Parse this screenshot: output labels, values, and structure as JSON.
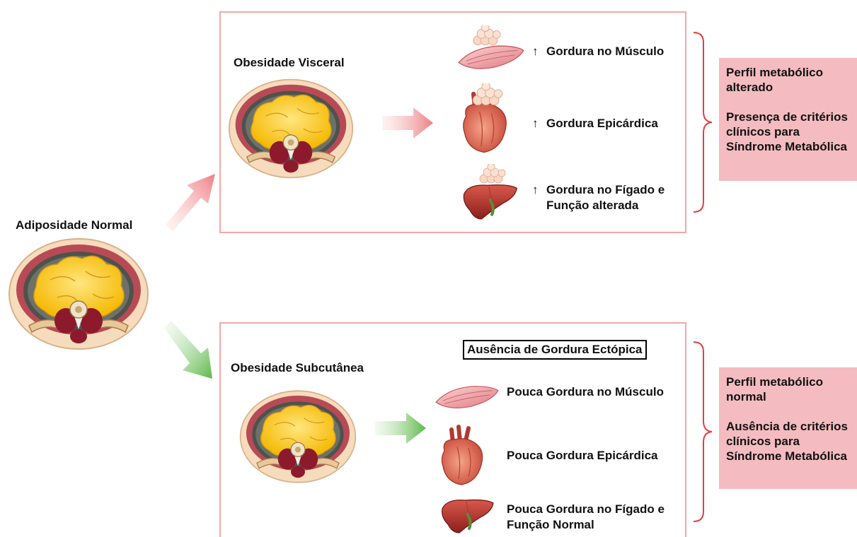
{
  "normal": {
    "label": "Adiposidade Normal"
  },
  "visceral": {
    "title": "Obesidade Visceral",
    "arrow": "↑",
    "items": [
      {
        "label": "Gordura no Músculo",
        "icon": "muscle-with-fat-icon"
      },
      {
        "label": "Gordura Epicárdica",
        "icon": "heart-with-fat-icon"
      },
      {
        "label_line1": "Gordura no Fígado e",
        "label_line2": "Função alterada",
        "icon": "liver-with-fat-icon"
      }
    ],
    "summary": {
      "line1": "Perfil metabólico alterado",
      "line2": "Presença de critérios clínicos para Síndrome Metabólica"
    }
  },
  "subcutanea": {
    "title": "Obesidade Subcutânea",
    "ectopic_label": "Ausência de Gordura Ectópica",
    "items": [
      {
        "label": "Pouca Gordura no Músculo",
        "icon": "muscle-icon"
      },
      {
        "label": "Pouca Gordura Epicárdica",
        "icon": "heart-icon"
      },
      {
        "label_line1": "Pouca Gordura no Fígado e",
        "label_line2": "Função Normal",
        "icon": "liver-icon"
      }
    ],
    "summary": {
      "line1": "Perfil metabólico normal",
      "line2": "Ausência de critérios clínicos para Síndrome Metabólica"
    }
  },
  "colors": {
    "pink_arrow": "#f08a8a",
    "green_arrow": "#6cc05a",
    "panel_border": "#f2a8a8",
    "summary_bg": "#f4bcc0",
    "brace": "#e04040"
  }
}
